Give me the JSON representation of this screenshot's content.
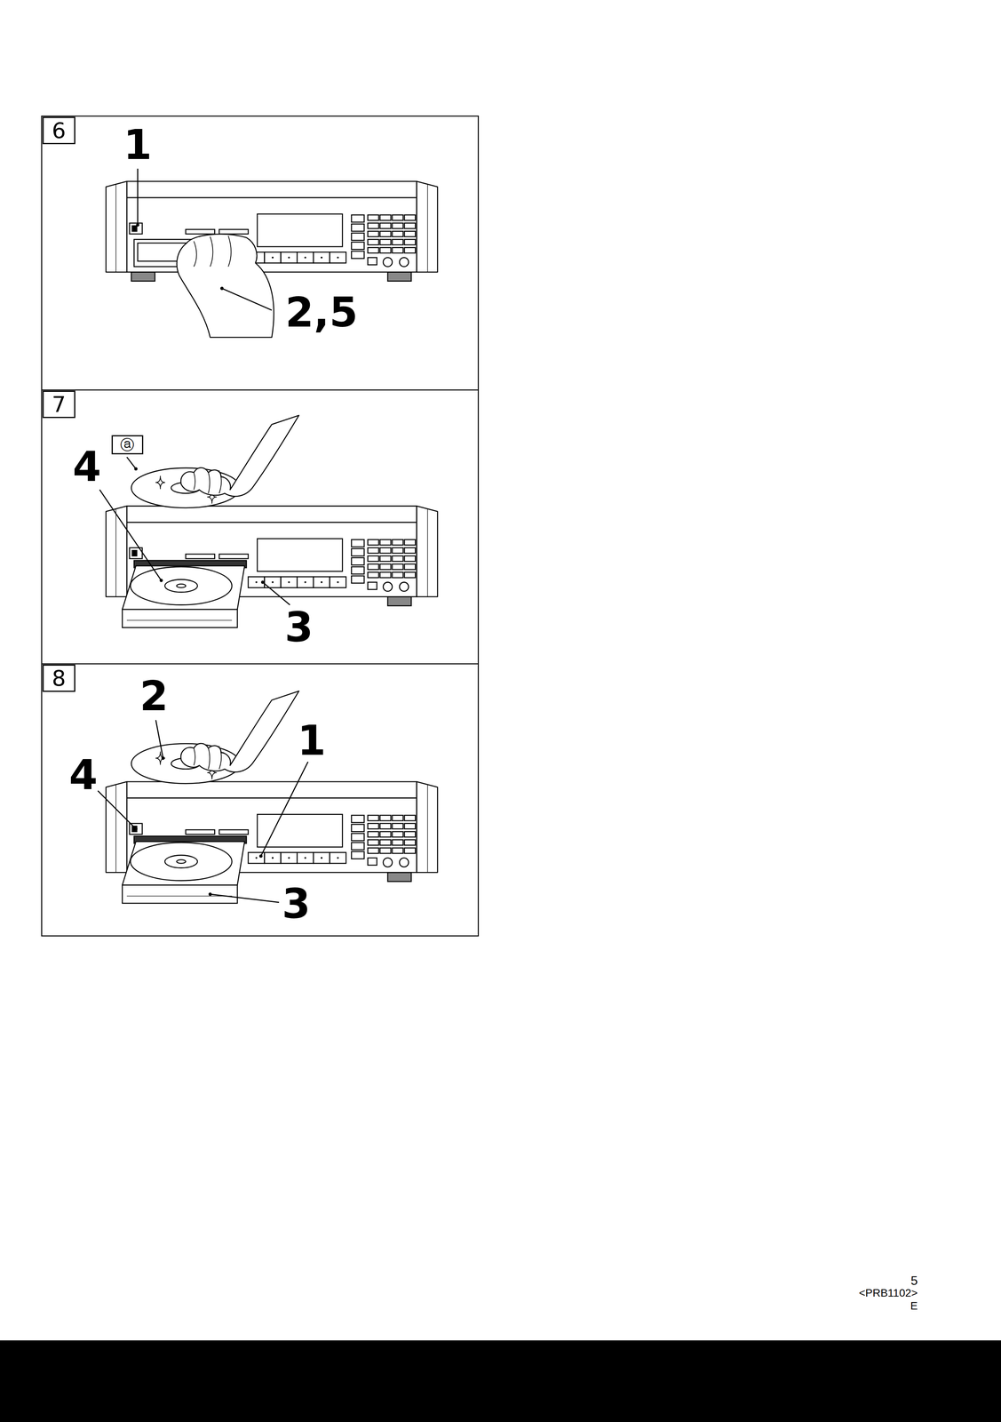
{
  "diagram": {
    "nodes": [
      {
        "text": [
          "6"
        ]
      },
      {
        "text": [
          "7"
        ]
      },
      {
        "text": [
          "8"
        ]
      },
      {
        "text": [
          "ⓐ"
        ]
      }
    ],
    "labels": [
      "1",
      "2,5",
      "4",
      "3",
      "2",
      "1",
      "4",
      "3",
      "5",
      "<PRB1102>",
      "E"
    ]
  }
}
